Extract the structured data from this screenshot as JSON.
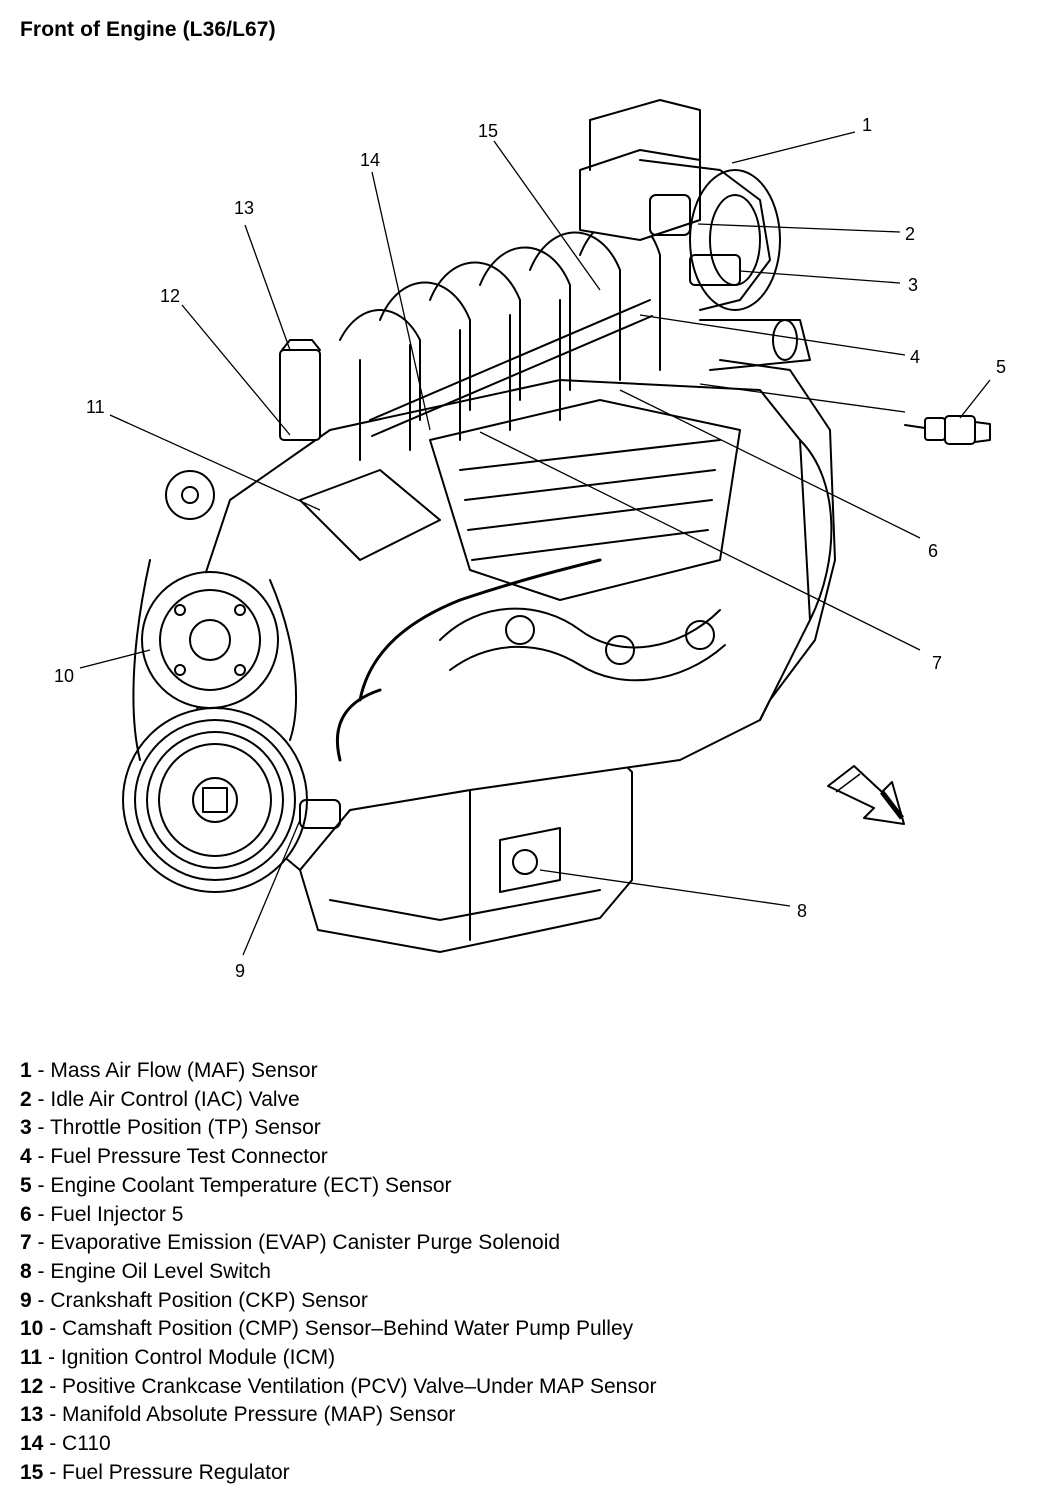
{
  "title": "Front of Engine (L36/L67)",
  "callouts": [
    {
      "number": "1",
      "description": "Mass Air Flow (MAF) Sensor"
    },
    {
      "number": "2",
      "description": "Idle Air Control (IAC) Valve"
    },
    {
      "number": "3",
      "description": "Throttle Position (TP) Sensor"
    },
    {
      "number": "4",
      "description": "Fuel Pressure Test Connector"
    },
    {
      "number": "5",
      "description": "Engine Coolant Temperature (ECT) Sensor"
    },
    {
      "number": "6",
      "description": "Fuel Injector 5"
    },
    {
      "number": "7",
      "description": "Evaporative Emission (EVAP) Canister Purge Solenoid"
    },
    {
      "number": "8",
      "description": "Engine Oil Level Switch"
    },
    {
      "number": "9",
      "description": "Crankshaft Position (CKP) Sensor"
    },
    {
      "number": "10",
      "description": "Camshaft Position (CMP) Sensor–Behind Water Pump Pulley"
    },
    {
      "number": "11",
      "description": "Ignition Control Module (ICM)"
    },
    {
      "number": "12",
      "description": "Positive Crankcase Ventilation (PCV) Valve–Under MAP Sensor"
    },
    {
      "number": "13",
      "description": "Manifold Absolute Pressure (MAP) Sensor"
    },
    {
      "number": "14",
      "description": "C110"
    },
    {
      "number": "15",
      "description": "Fuel Pressure Regulator"
    }
  ],
  "separator": " - "
}
